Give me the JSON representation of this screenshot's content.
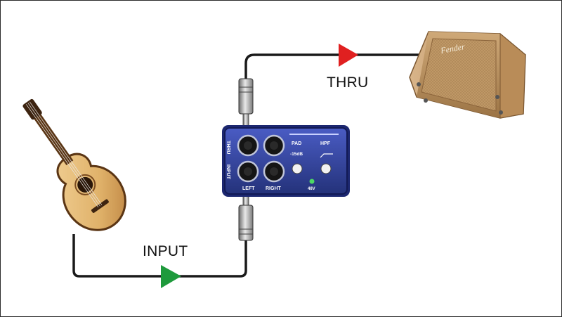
{
  "labels": {
    "input": "INPUT",
    "thru": "THRU"
  },
  "di_box": {
    "thru": "THRU",
    "input": "INPUT",
    "left": "LEFT",
    "right": "RIGHT",
    "pad": "PAD",
    "pad_value": "-15dB",
    "hpf": "HPF",
    "phantom": "48V"
  },
  "amp": {
    "logo": "Fender"
  },
  "colors": {
    "cable": "#1a1a1a",
    "input_arrow": "#1e9a3c",
    "thru_arrow": "#e02020",
    "box_body": "#2b3c8f",
    "box_panel": "#3b4fb0"
  },
  "icons": [
    "acoustic-guitar",
    "direct-box",
    "acoustic-amplifier",
    "quarter-inch-plug"
  ]
}
